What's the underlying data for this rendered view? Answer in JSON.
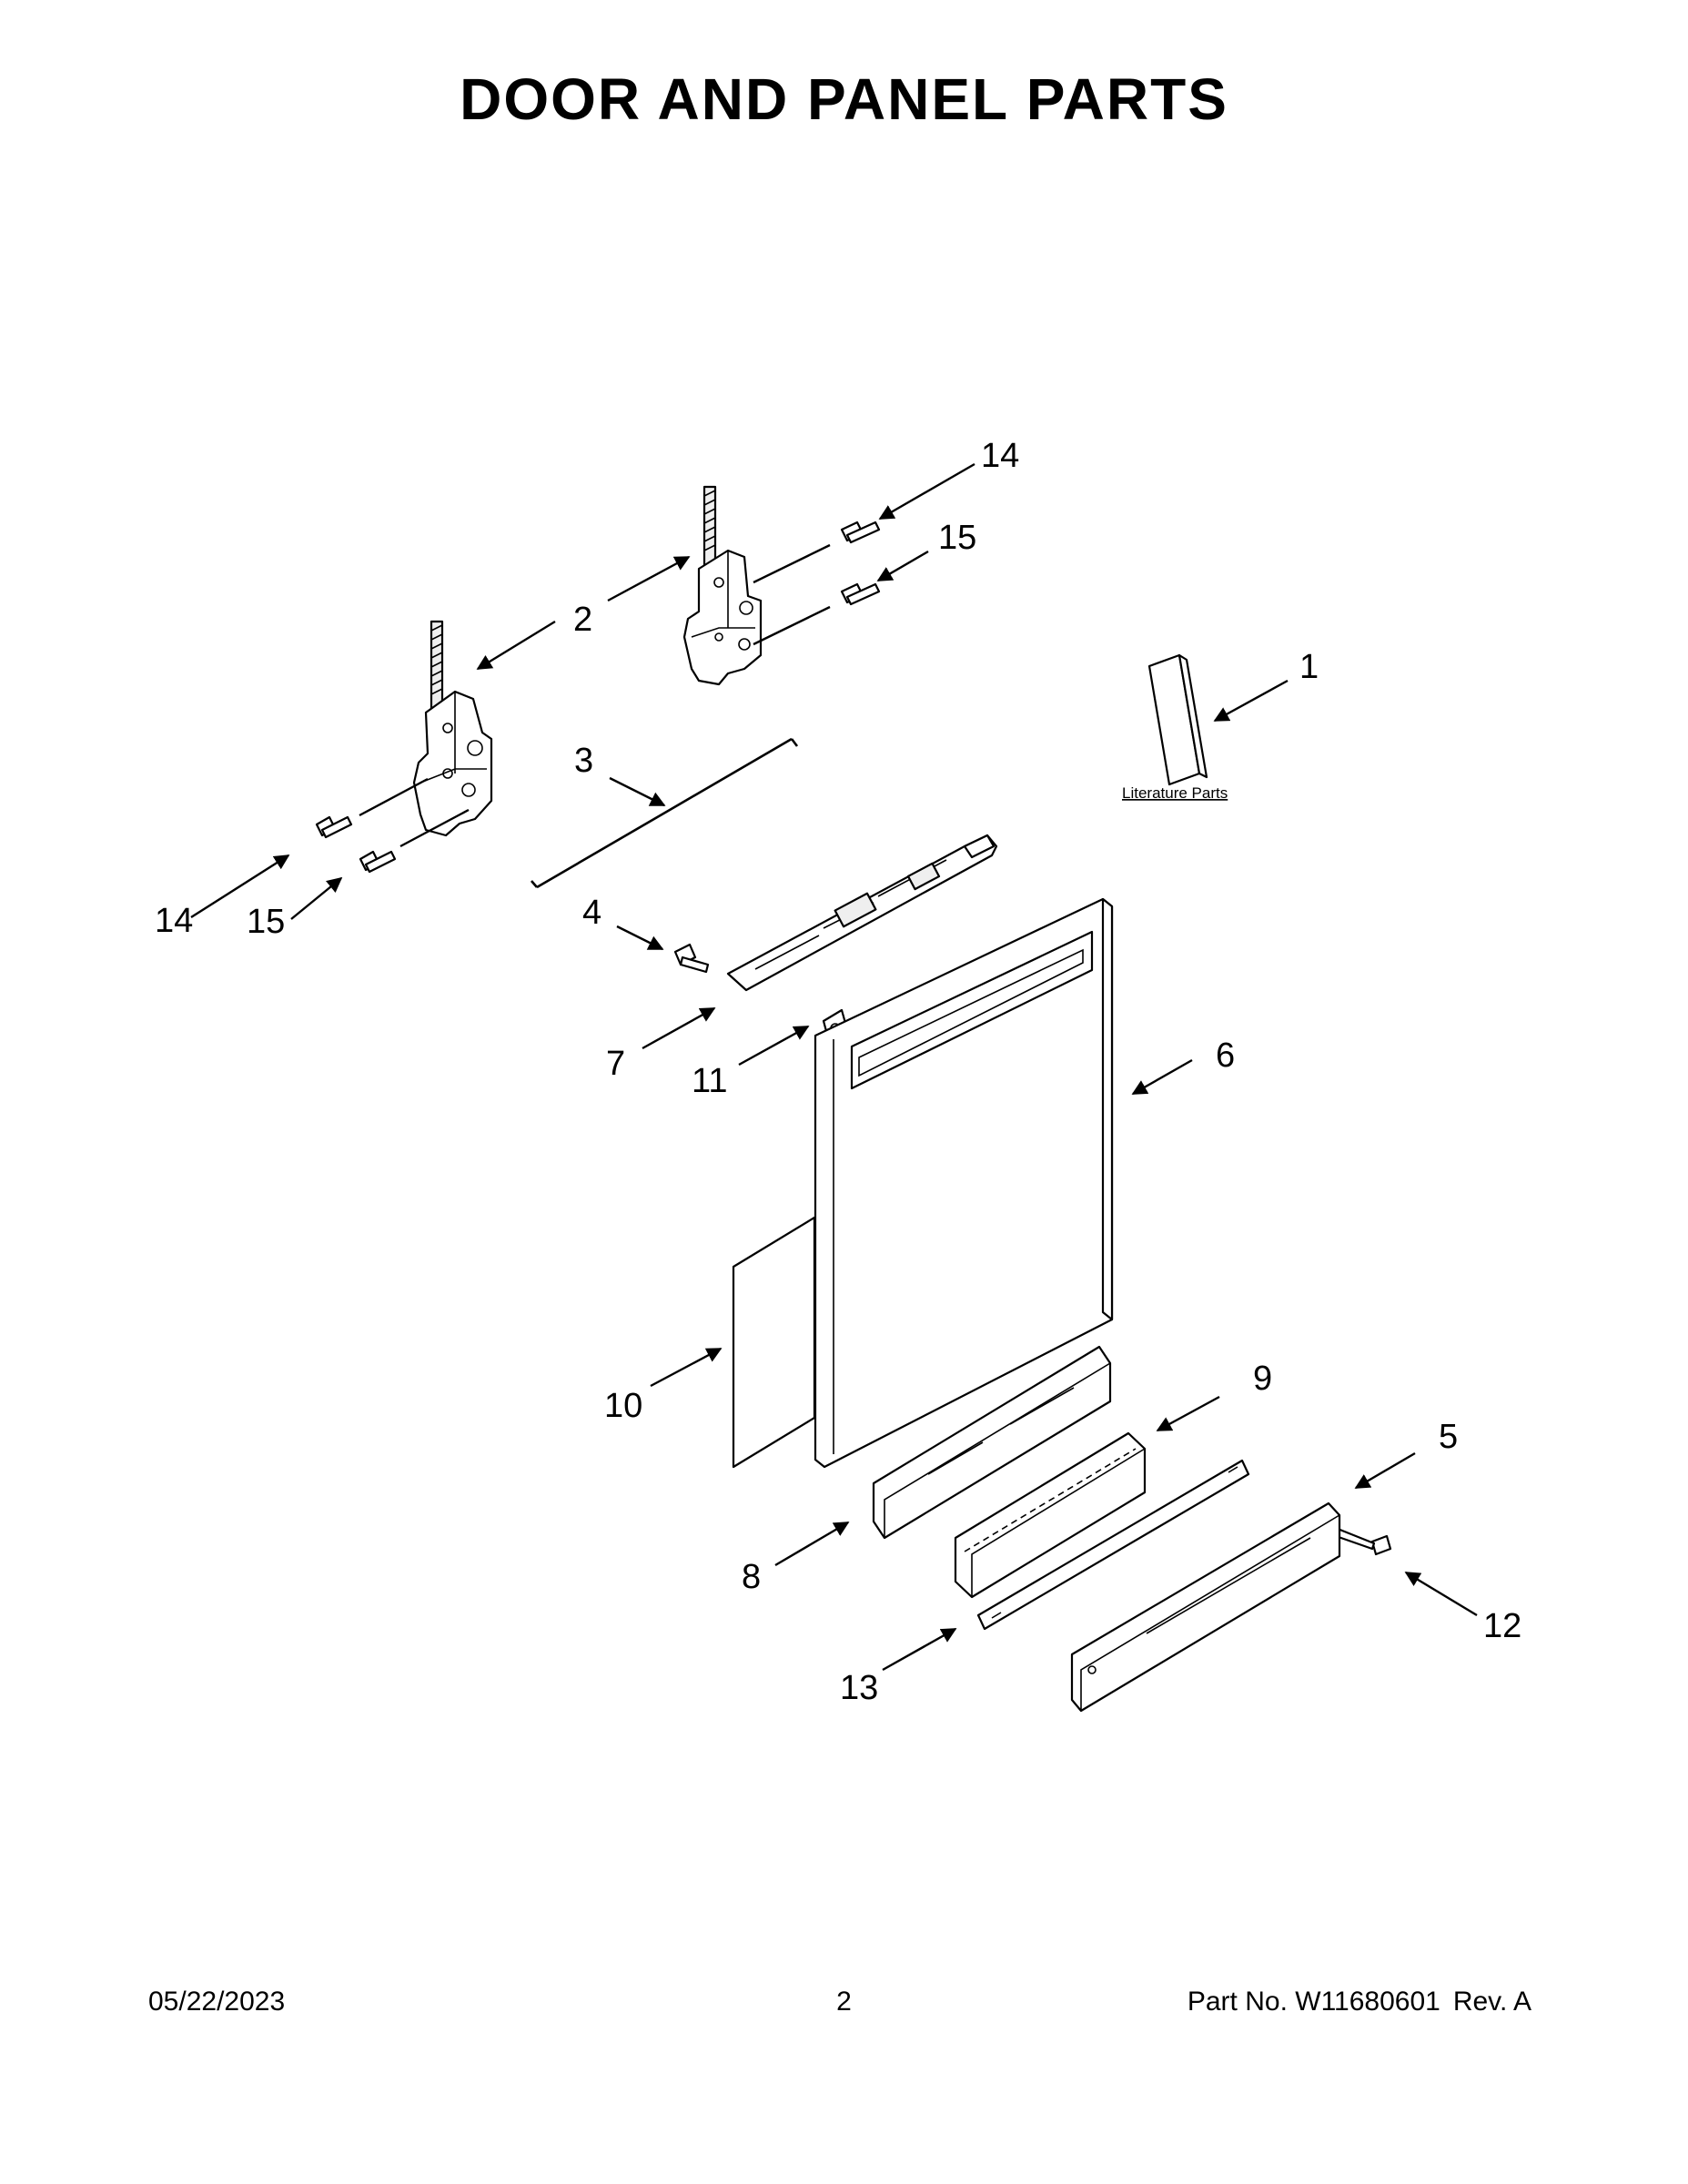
{
  "title": "DOOR AND PANEL PARTS",
  "literature_label": "Literature Parts",
  "callouts": {
    "c1": "1",
    "c2": "2",
    "c3": "3",
    "c4": "4",
    "c5": "5",
    "c6": "6",
    "c7": "7",
    "c8": "8",
    "c9": "9",
    "c10": "10",
    "c11": "11",
    "c12": "12",
    "c13": "13",
    "c14a": "14",
    "c14b": "14",
    "c15a": "15",
    "c15b": "15"
  },
  "footer": {
    "date": "05/22/2023",
    "page": "2",
    "part_label": "Part No.",
    "part_number": "W11680601",
    "rev_label": "Rev.",
    "rev": "A"
  }
}
